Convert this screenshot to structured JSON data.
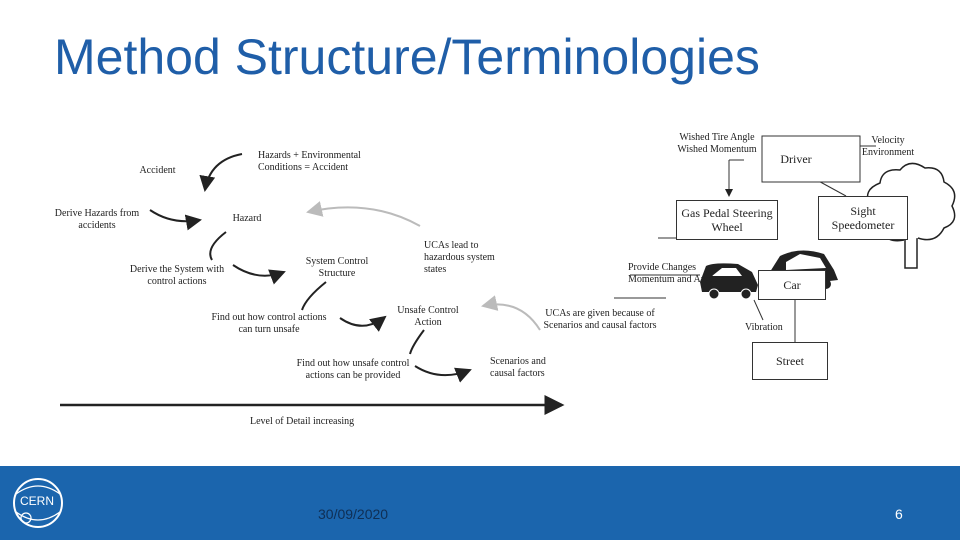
{
  "title": "Method Structure/Terminologies",
  "left_flow": {
    "accident": "Accident",
    "hazards_env": "Hazards + Environmental Conditions = Accident",
    "derive_hazards": "Derive Hazards from accidents",
    "hazard": "Hazard",
    "derive_system": "Derive the System with control actions",
    "system_control": "System Control Structure",
    "ucas_lead": "UCAs lead to hazardous system states",
    "find_unsafe": "Find out how control actions can turn unsafe",
    "unsafe_action": "Unsafe Control Action",
    "find_provided": "Find out how unsafe control actions can be provided",
    "ucas_given": "UCAs are given because of Scenarios and causal factors",
    "scenarios": "Scenarios and causal factors",
    "detail": "Level of Detail increasing"
  },
  "right_diagram": {
    "wished": "Wished Tire Angle Wished Momentum",
    "driver": "Driver",
    "velocity_env": "Velocity Environment",
    "gas_pedal": "Gas Pedal Steering Wheel",
    "sight": "Sight Speedometer",
    "provide_changes": "Provide Changes Momentum and Angle",
    "car": "Car",
    "vibration": "Vibration",
    "street": "Street"
  },
  "footer": {
    "date": "30/09/2020",
    "page": "6",
    "logo": "CERN"
  },
  "colors": {
    "title": "#1f5ea8",
    "footer": "#1b65ad"
  }
}
